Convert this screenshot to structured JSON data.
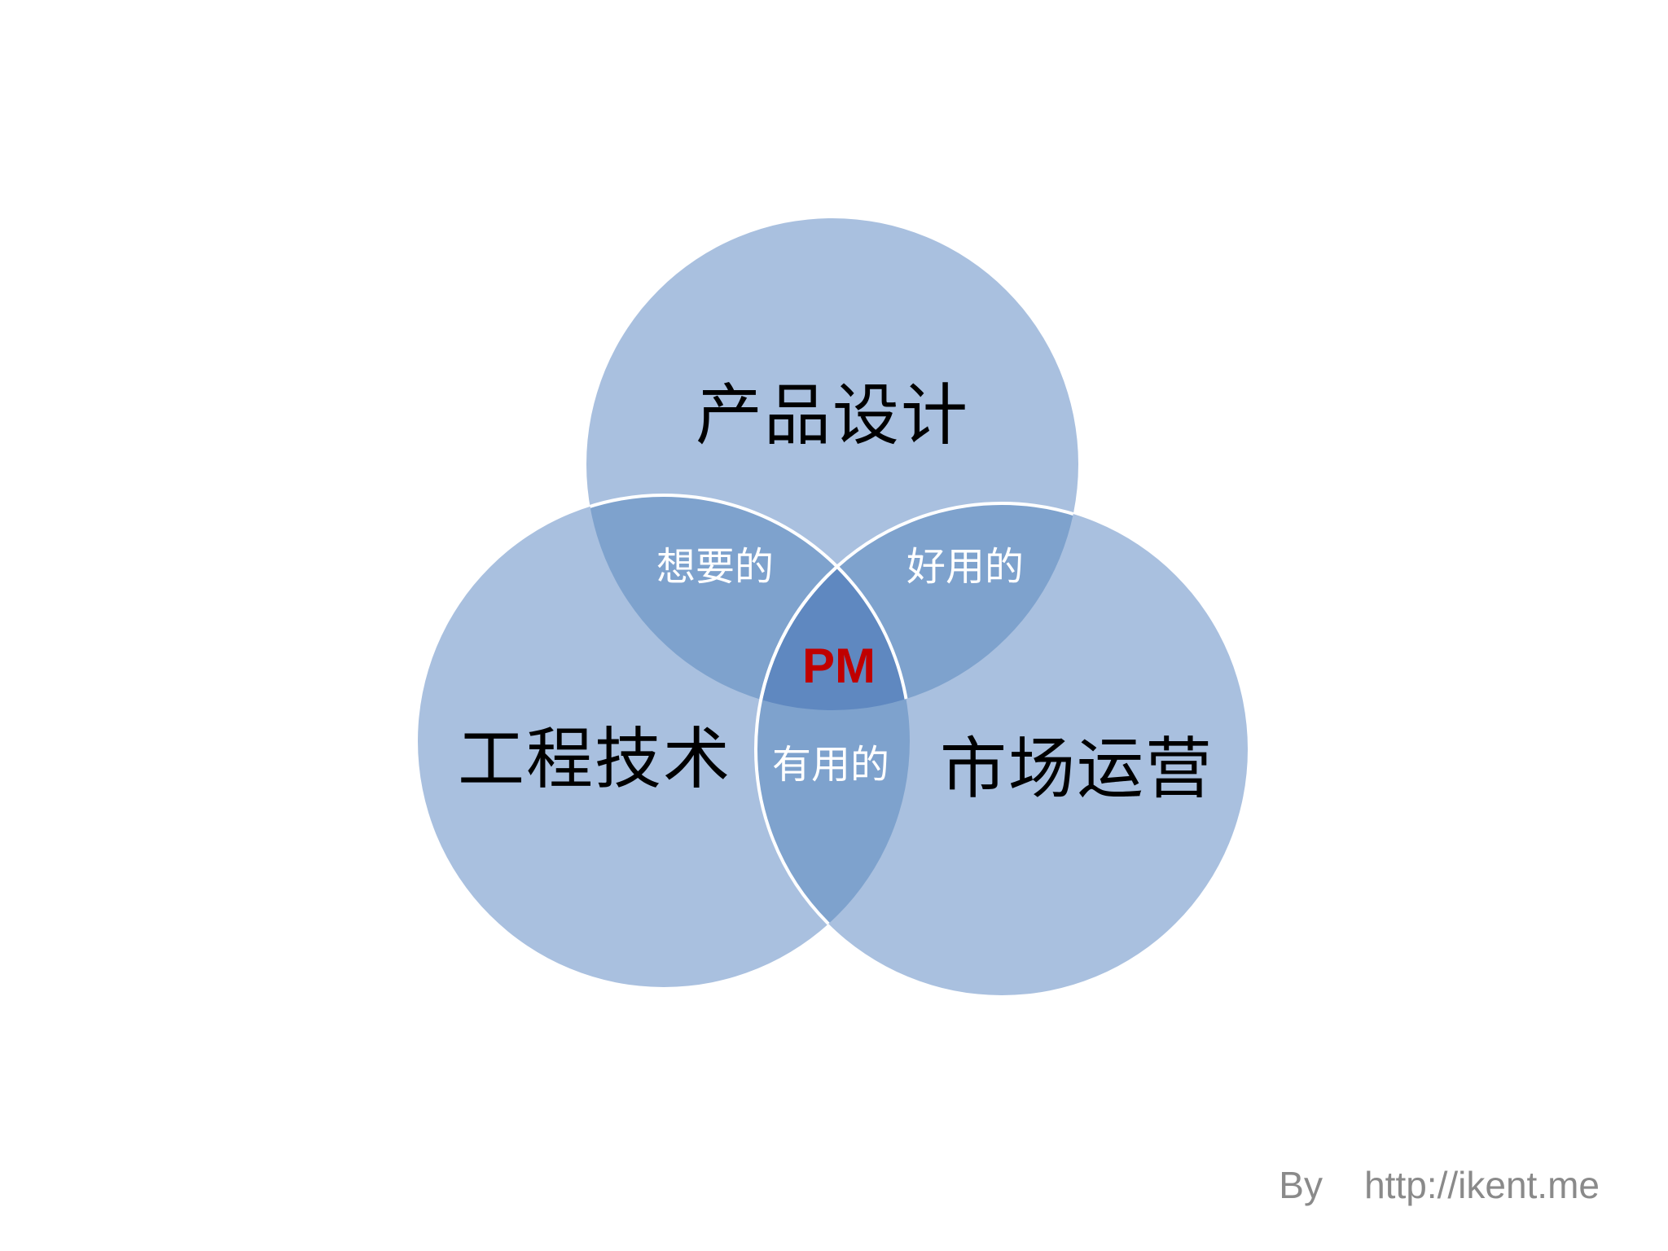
{
  "diagram": {
    "type": "venn-3",
    "circles": [
      {
        "id": "top",
        "label": "产品设计"
      },
      {
        "id": "left",
        "label": "工程技术"
      },
      {
        "id": "right",
        "label": "市场运营"
      }
    ],
    "overlaps": {
      "top_left": "想要的",
      "top_right": "好用的",
      "left_right": "有用的",
      "center": "PM"
    },
    "colors": {
      "circle_fill": "#a9c0df",
      "overlap_fill": "#7ea2cd",
      "center_fill": "#5f88c0",
      "outline": "#ffffff",
      "center_text": "#c00000"
    }
  },
  "credit": {
    "prefix": "By",
    "url": "http://ikent.me"
  }
}
